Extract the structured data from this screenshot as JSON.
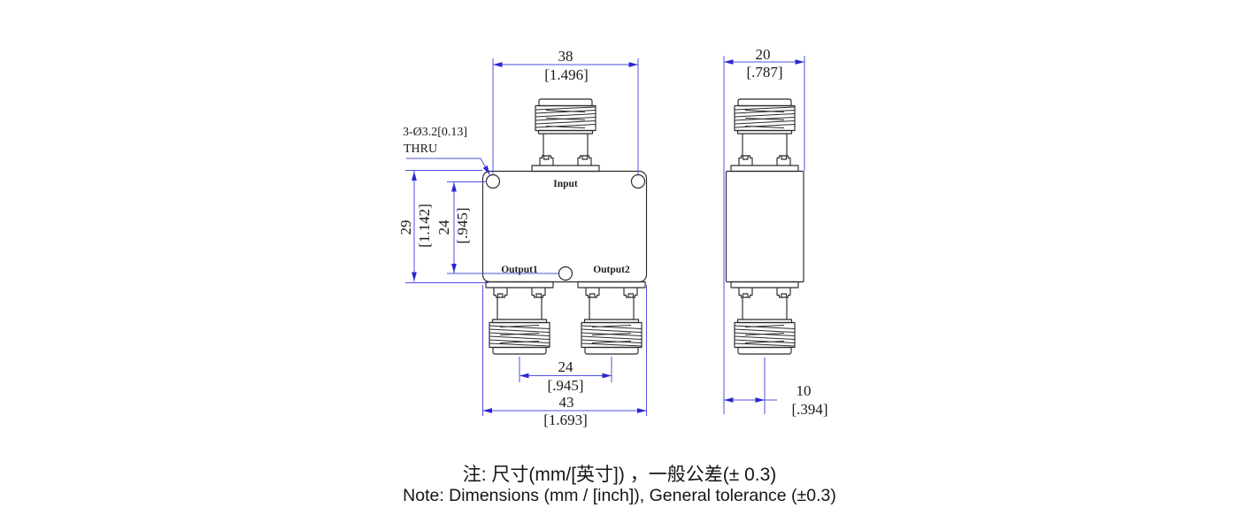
{
  "front_view": {
    "labels": {
      "input": "Input",
      "output1": "Output1",
      "output2": "Output2"
    },
    "hole_callout": {
      "line1": "3-Ø3.2[0.13]",
      "line2": "THRU"
    },
    "dimensions": {
      "mount_hole_spacing": {
        "mm": "38",
        "inch": "[1.496]"
      },
      "body_height": {
        "mm": "29",
        "inch": "[1.142]"
      },
      "hole_vertical_spacing": {
        "mm": "24",
        "inch": "[.945]"
      },
      "output_spacing": {
        "mm": "24",
        "inch": "[.945]"
      },
      "body_width": {
        "mm": "43",
        "inch": "[1.693]"
      }
    }
  },
  "side_view": {
    "dimensions": {
      "body_depth": {
        "mm": "20",
        "inch": "[.787]"
      },
      "connector_offset": {
        "mm": "10",
        "inch": "[.394]"
      }
    }
  },
  "notes": {
    "zh": "注: 尺寸(mm/[英寸]) ，一般公差(± 0.3)",
    "en": "Note: Dimensions (mm / [inch]), General tolerance (±0.3)"
  },
  "colors": {
    "outline": "#2b2b2b",
    "dimension_line": "#5250e2",
    "dimension_arrow": "#2a28d0",
    "text": "#1a1a1a",
    "background": "#ffffff"
  }
}
